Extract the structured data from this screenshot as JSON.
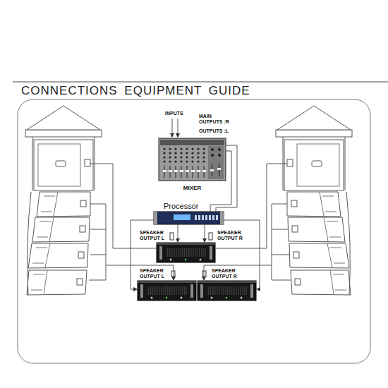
{
  "diagram": {
    "title": "CONNECTIONS EQUIPMENT GUIDE",
    "nodes": [
      {
        "text": [
          "MIXER"
        ]
      },
      {
        "text": [
          "Processor"
        ]
      }
    ],
    "edges": [
      {
        "from": 0,
        "to": 1,
        "arrow": "none"
      },
      {
        "from": 0,
        "to": 1,
        "arrow": "none"
      }
    ],
    "labels": [
      "INPUTS",
      "MAIN OUTPUTS :R",
      "OUTPUTS :L",
      "SPEAKER OUTPUT L",
      "SPEAKER OUTPUT R",
      "SPEAKER OUTPUT L",
      "SPEAKER OUTPUT R"
    ]
  }
}
